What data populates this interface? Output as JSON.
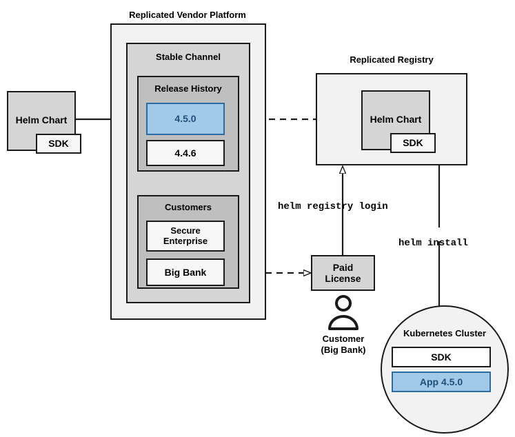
{
  "diagram": {
    "title_platform": "Replicated Vendor Platform",
    "title_registry": "Replicated Registry",
    "channel": {
      "label": "Stable Channel",
      "release_history": {
        "label": "Release History",
        "items": [
          {
            "label": "4.5.0",
            "highlighted": true
          },
          {
            "label": "4.4.6",
            "highlighted": false
          }
        ]
      },
      "customers": {
        "label": "Customers",
        "items": [
          {
            "label": "Secure Enterprise"
          },
          {
            "label": "Big Bank"
          }
        ]
      }
    },
    "source_chart": {
      "label": "Helm Chart",
      "sdk_label": "SDK"
    },
    "registry_chart": {
      "label": "Helm Chart",
      "sdk_label": "SDK"
    },
    "license": {
      "line1": "Paid",
      "line2": "License"
    },
    "customer_actor": {
      "icon": "person-icon",
      "line1": "Customer",
      "line2": "(Big Bank)"
    },
    "cluster": {
      "label": "Kubernetes Cluster",
      "items": [
        {
          "label": "SDK",
          "highlighted": false
        },
        {
          "label": "App 4.5.0",
          "highlighted": true
        }
      ]
    },
    "commands": {
      "registry_login": "helm registry login",
      "install": "helm install"
    },
    "colors": {
      "highlight_fill": "#a3c9e9",
      "highlight_border": "#2b6ca3",
      "highlight_text": "#1f4e79",
      "stroke": "#1a1a1a",
      "platform_fill": "#f2f2f2",
      "channel_fill": "#d5d5d5",
      "group_fill": "#bfbfbf",
      "item_fill": "#f7f7f7"
    }
  }
}
